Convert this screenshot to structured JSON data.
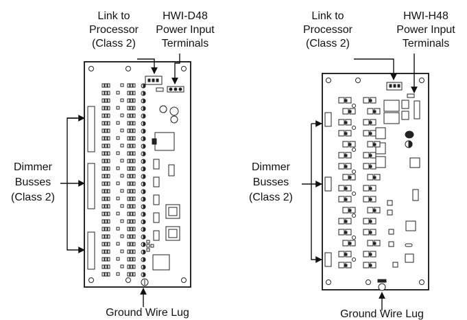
{
  "colors": {
    "ink": "#111111",
    "background": "#ffffff"
  },
  "left_board": {
    "link_label": [
      "Link to",
      "Processor",
      "(Class 2)"
    ],
    "power_label": [
      "HWI-D48",
      "Power Input",
      "Terminals"
    ],
    "bus_label": [
      "Dimmer",
      "Busses",
      "(Class 2)"
    ],
    "ground_label": "Ground Wire Lug"
  },
  "right_board": {
    "link_label": [
      "Link to",
      "Processor",
      "(Class 2)"
    ],
    "power_label": [
      "HWI-H48",
      "Power Input",
      "Terminals"
    ],
    "bus_label": [
      "Dimmer",
      "Busses",
      "(Class 2)"
    ],
    "ground_label": "Ground Wire Lug"
  }
}
